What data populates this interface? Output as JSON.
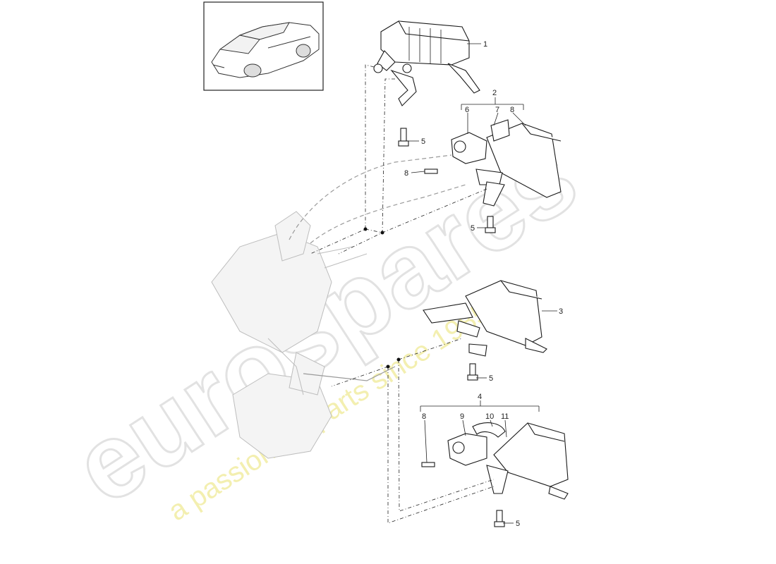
{
  "callouts": {
    "c1": "1",
    "c2": "2",
    "c3": "3",
    "c4": "4",
    "c5a": "5",
    "c5b": "5",
    "c5c": "5",
    "c5d": "5",
    "c6": "6",
    "c7": "7",
    "c8a": "8",
    "c8b": "8",
    "c8c": "8",
    "c9": "9",
    "c10": "10",
    "c11": "11"
  },
  "watermark": {
    "brand": "eurospares",
    "tagline": "a passion for parts since 1985"
  },
  "colors": {
    "line": "#1a1a1a",
    "ghost": "#bdbdbd",
    "watermark_gray": "#e6e6e6",
    "watermark_yellow": "#f3efb0"
  }
}
